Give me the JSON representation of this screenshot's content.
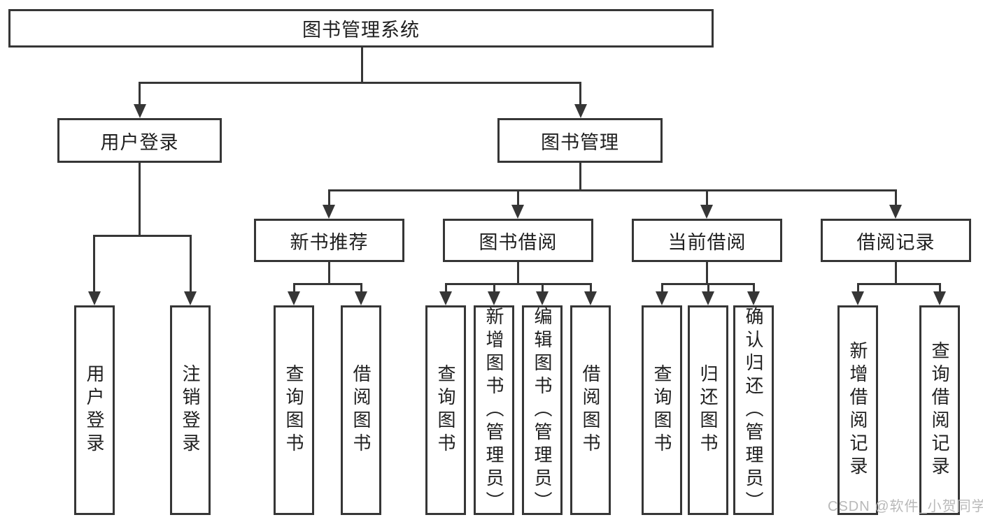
{
  "diagram": {
    "root": {
      "label": "图书管理系统"
    },
    "level2": [
      {
        "label": "用户登录"
      },
      {
        "label": "图书管理"
      }
    ],
    "level3": [
      {
        "label": "新书推荐"
      },
      {
        "label": "图书借阅"
      },
      {
        "label": "当前借阅"
      },
      {
        "label": "借阅记录"
      }
    ],
    "leaves": [
      {
        "parent": "用户登录",
        "label": "用户登录"
      },
      {
        "parent": "用户登录",
        "label": "注销登录"
      },
      {
        "parent": "新书推荐",
        "label": "查询图书"
      },
      {
        "parent": "新书推荐",
        "label": "借阅图书"
      },
      {
        "parent": "图书借阅",
        "label": "查询图书"
      },
      {
        "parent": "图书借阅",
        "label": "新增图书（管理员）"
      },
      {
        "parent": "图书借阅",
        "label": "编辑图书（管理员）"
      },
      {
        "parent": "图书借阅",
        "label": "借阅图书"
      },
      {
        "parent": "当前借阅",
        "label": "查询图书"
      },
      {
        "parent": "当前借阅",
        "label": "归还图书"
      },
      {
        "parent": "当前借阅",
        "label": "确认归还（管理员）"
      },
      {
        "parent": "借阅记录",
        "label": "新增借阅记录"
      },
      {
        "parent": "借阅记录",
        "label": "查询借阅记录"
      }
    ],
    "colors": {
      "line": "#363636",
      "text": "#1f1f1f",
      "background": "#ffffff",
      "watermark_color": "#b9b9b9"
    }
  },
  "watermark": {
    "text": "CSDN @软件_小贺同学"
  }
}
